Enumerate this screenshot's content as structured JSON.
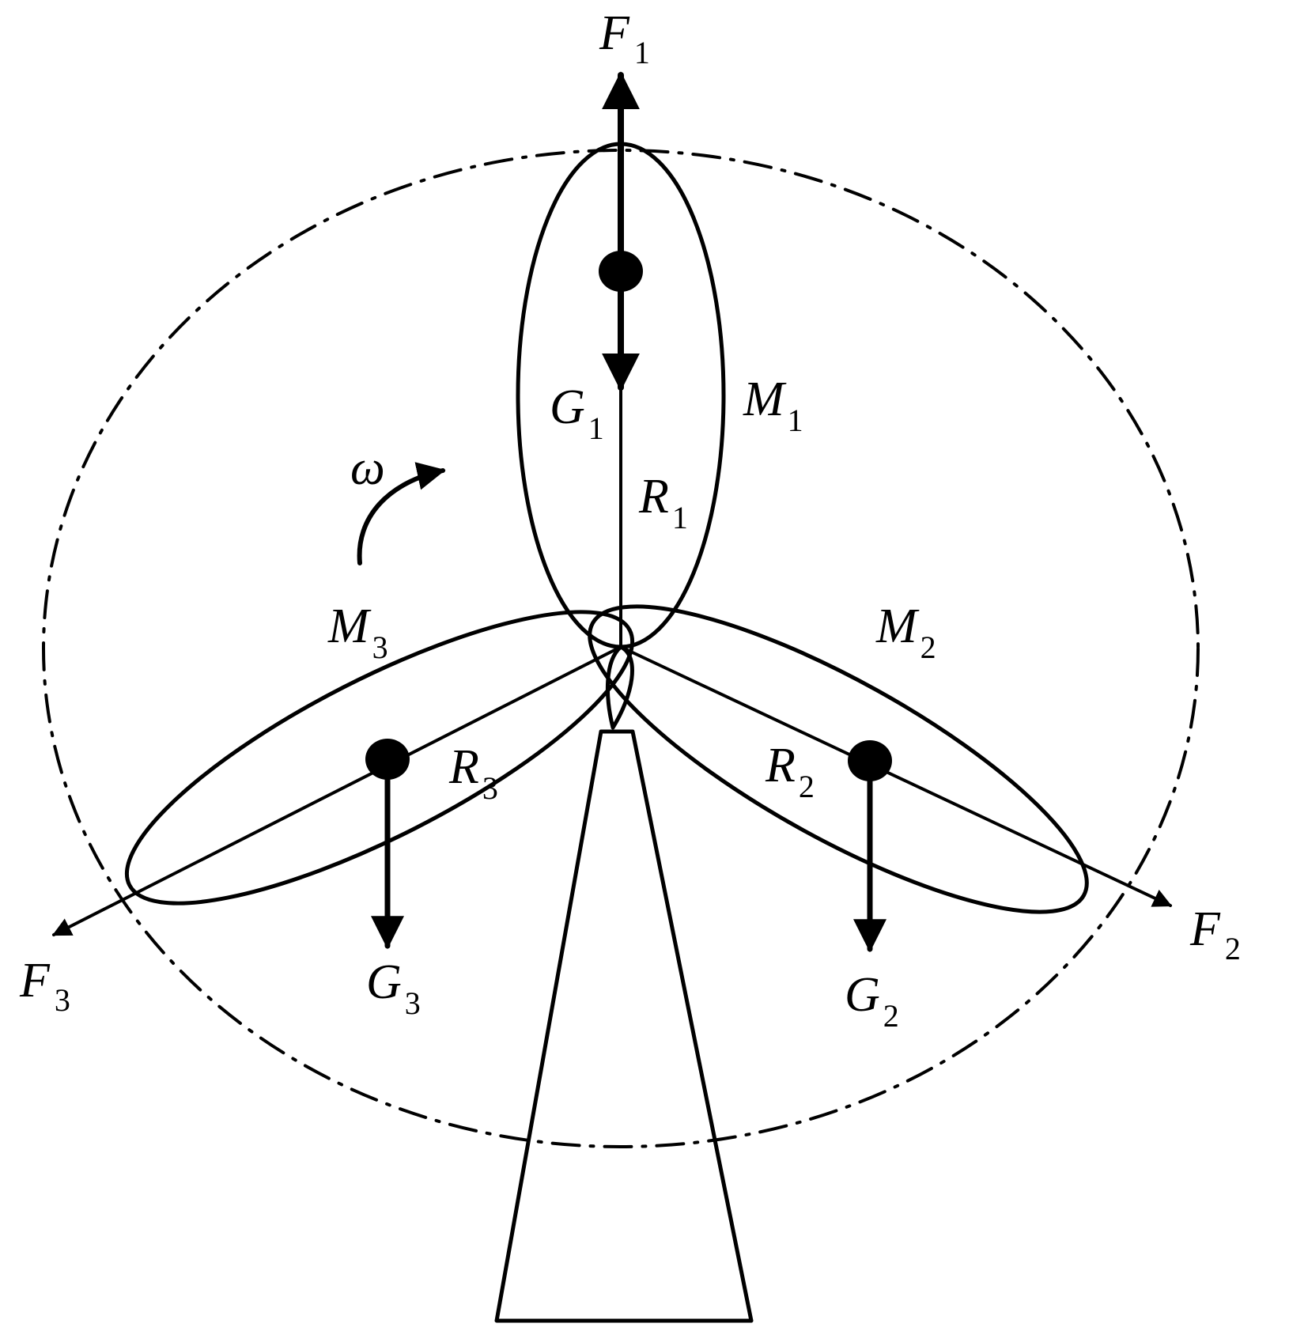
{
  "labels": {
    "F1": {
      "main": "F",
      "sub": "1"
    },
    "F2": {
      "main": "F",
      "sub": "2"
    },
    "F3": {
      "main": "F",
      "sub": "3"
    },
    "G1": {
      "main": "G",
      "sub": "1"
    },
    "G2": {
      "main": "G",
      "sub": "2"
    },
    "G3": {
      "main": "G",
      "sub": "3"
    },
    "M1": {
      "main": "M",
      "sub": "1"
    },
    "M2": {
      "main": "M",
      "sub": "2"
    },
    "M3": {
      "main": "M",
      "sub": "3"
    },
    "R1": {
      "main": "R",
      "sub": "1"
    },
    "R2": {
      "main": "R",
      "sub": "2"
    },
    "R3": {
      "main": "R",
      "sub": "3"
    },
    "omega": "ω"
  }
}
